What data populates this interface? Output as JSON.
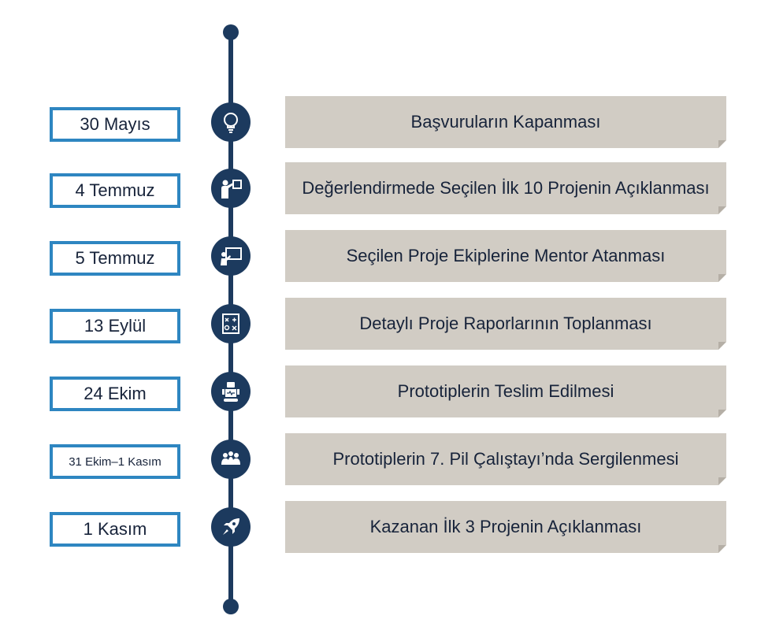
{
  "timeline": {
    "items": [
      {
        "date": "30 Mayıs",
        "event": "Başvuruların Kapanması",
        "icon": "lightbulb-icon"
      },
      {
        "date": "4 Temmuz",
        "event": "Değerlendirmede Seçilen İlk 10 Projenin Açıklanması",
        "icon": "presenter-icon"
      },
      {
        "date": "5 Temmuz",
        "event": "Seçilen Proje Ekiplerine Mentor Atanması",
        "icon": "teacher-board-icon"
      },
      {
        "date": "13 Eylül",
        "event": "Detaylı Proje Raporlarının Toplanması",
        "icon": "report-formula-icon"
      },
      {
        "date": "24 Ekim",
        "event": "Prototiplerin Teslim Edilmesi",
        "icon": "robot-icon"
      },
      {
        "date": "31 Ekim–1 Kasım",
        "event": "Prototiplerin 7. Pil Çalıştayı’nda Sergilenmesi",
        "icon": "audience-icon"
      },
      {
        "date": "1 Kasım",
        "event": "Kazanan İlk 3 Projenin Açıklanması",
        "icon": "rocket-icon"
      }
    ]
  },
  "colors": {
    "line": "#1c3a5e",
    "date_border": "#2e86c1",
    "event_bg": "#d1ccc4",
    "text": "#17233a"
  }
}
